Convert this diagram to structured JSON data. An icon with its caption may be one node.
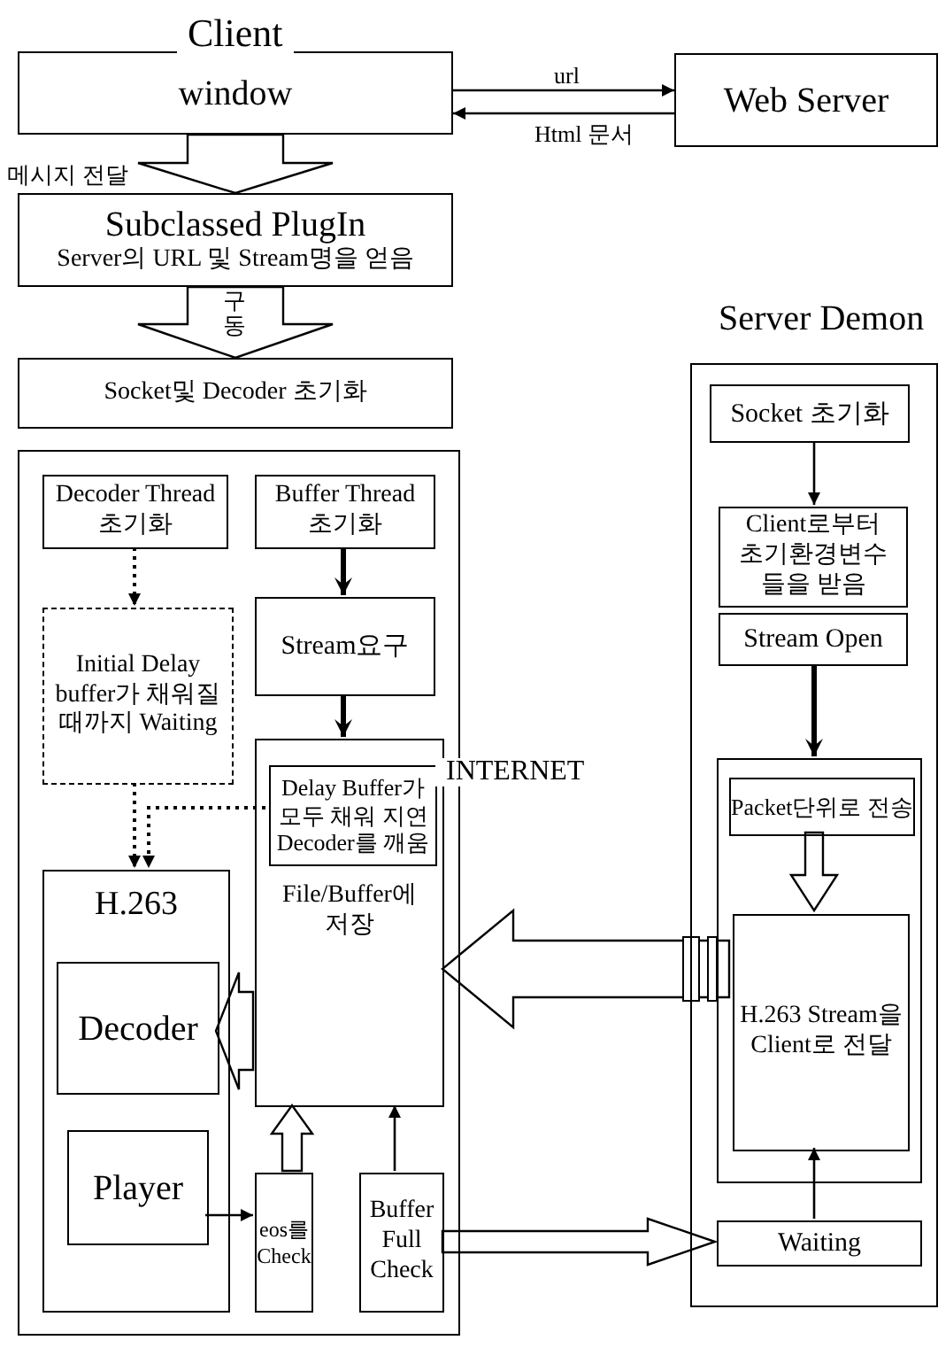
{
  "diagram": {
    "nodes": [
      {
        "text": [
          "window"
        ]
      },
      {
        "text": [
          "Web Server"
        ]
      },
      {
        "text": [
          "Subclassed PlugIn",
          "Server의 URL 및 Stream명을 얻음"
        ]
      },
      {
        "text": [
          "Socket및 Decoder 초기화"
        ]
      },
      {
        "text": [],
        "shape": "box"
      },
      {
        "text": [
          "Decoder Thread 초기화"
        ],
        "in": 4
      },
      {
        "text": [
          "Buffer Thread 초기화"
        ],
        "in": 4
      },
      {
        "text": [
          "Initial Delay buffer가 채워질 때까지 Waiting"
        ],
        "in": 4
      },
      {
        "text": [
          "Stream요구"
        ],
        "in": 4
      },
      {
        "text": [
          "File/Buffer에 저장"
        ],
        "in": 4
      },
      {
        "text": [
          "Delay Buffer가 모두 채워 지연 Decoder를 깨움"
        ],
        "in": 9
      },
      {
        "text": [
          "H.263"
        ],
        "in": 4
      },
      {
        "text": [
          "Decoder"
        ],
        "in": 11
      },
      {
        "text": [
          "Player"
        ],
        "in": 11
      },
      {
        "text": [
          "eos를 Check"
        ],
        "in": 4
      },
      {
        "text": [
          "Buffer Full Check"
        ],
        "in": 4
      },
      {
        "text": [],
        "shape": "box"
      },
      {
        "text": [
          "Socket 초기화"
        ],
        "in": 16
      },
      {
        "text": [
          "Client로부터 초기환경변수 들을 받음"
        ],
        "in": 16
      },
      {
        "text": [
          "Stream Open"
        ],
        "in": 16
      },
      {
        "text": [],
        "shape": "box",
        "in": 16
      },
      {
        "text": [
          "Packet단위로 전송"
        ],
        "in": 20
      },
      {
        "text": [
          "H.263 Stream을 Client로 전달"
        ],
        "in": 20
      },
      {
        "text": [
          "Waiting"
        ],
        "in": 16
      }
    ],
    "edges": [
      {
        "from": 0,
        "to": 1,
        "arrow": "to",
        "label": "url"
      },
      {
        "from": 1,
        "to": 0,
        "arrow": "to",
        "label": "Html 문서"
      },
      {
        "from": 0,
        "to": 2,
        "arrow": "to",
        "label": "메시지 전달"
      },
      {
        "from": 2,
        "to": 3,
        "arrow": "to",
        "label": "구동"
      },
      {
        "from": 5,
        "to": 7,
        "arrow": "to",
        "style": "dashed"
      },
      {
        "from": 6,
        "to": 8,
        "arrow": "to",
        "style": "thick"
      },
      {
        "from": 8,
        "to": 9,
        "arrow": "to",
        "style": "thick"
      },
      {
        "from": 7,
        "to": 11,
        "arrow": "to",
        "style": "dashed"
      },
      {
        "from": 10,
        "to": 11,
        "arrow": "to",
        "style": "dashed"
      },
      {
        "from": 9,
        "to": 12,
        "arrow": "to"
      },
      {
        "from": 13,
        "to": 14,
        "arrow": "to"
      },
      {
        "from": 14,
        "to": 9,
        "arrow": "to"
      },
      {
        "from": 15,
        "to": 9,
        "arrow": "to"
      },
      {
        "from": 15,
        "to": 23,
        "arrow": "to"
      },
      {
        "from": 22,
        "to": 9,
        "arrow": "to"
      },
      {
        "from": 17,
        "to": 18,
        "arrow": "to"
      },
      {
        "from": 19,
        "to": 20,
        "arrow": "to",
        "style": "thick"
      },
      {
        "from": 21,
        "to": 22,
        "arrow": "to"
      },
      {
        "from": 23,
        "to": 22,
        "arrow": "to"
      }
    ],
    "labels": [
      "Client",
      "Server Demon",
      "INTERNET"
    ]
  }
}
